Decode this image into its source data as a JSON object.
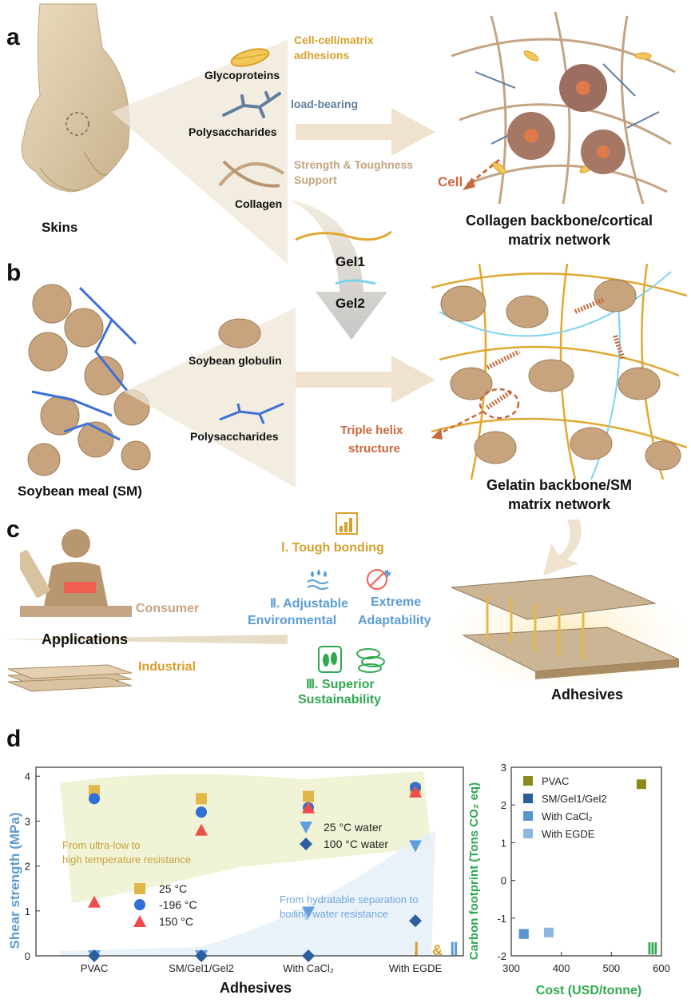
{
  "panels": {
    "a": "a",
    "b": "b",
    "c": "c",
    "d": "d"
  },
  "panel_a": {
    "skins": "Skins",
    "glycoproteins": "Glycoproteins",
    "adhesion_line1": "Cell-cell/matrix",
    "adhesion_line2": "adhesions",
    "polysaccharides": "Polysaccharides",
    "load_bearing": "load-bearing",
    "collagen": "Collagen",
    "strength_line1": "Strength & Toughness",
    "strength_line2": "Support",
    "cell": "Cell",
    "network_line1": "Collagen backbone/cortical",
    "network_line2": "matrix network"
  },
  "panel_b": {
    "gel1": "Gel1",
    "gel2": "Gel2",
    "soybean_meal": "Soybean meal (SM)",
    "soybean_globulin": "Soybean globulin",
    "polysaccharides": "Polysaccharides",
    "helix_line1": "Triple helix",
    "helix_line2": "structure",
    "network_line1": "Gelatin backbone/SM",
    "network_line2": "matrix network"
  },
  "panel_c": {
    "consumer": "Consumer",
    "applications": "Applications",
    "industrial": "Industrial",
    "tough_bonding": "Ⅰ. Tough bonding",
    "adjustable_line1": "Ⅱ. Adjustable",
    "adjustable_line2": "Environmental",
    "extreme_line1": "Extreme",
    "extreme_line2": "Adaptability",
    "superior_line1": "Ⅲ. Superior",
    "superior_line2": "Sustainability",
    "adhesives": "Adhesives"
  },
  "colors": {
    "gold": "#d6a12c",
    "blue_label": "#5b9bd5",
    "green_label": "#2fa84f",
    "tan": "#c4a482",
    "orange": "#c9683a",
    "steel": "#5f7f9c"
  },
  "chart_data": [
    {
      "type": "scatter",
      "xlabel": "Adhesives",
      "ylabel": "Shear strength (MPa)",
      "categories": [
        "PVAC",
        "SM/Gel1/Gel2",
        "With CaCl₂",
        "With EGDE"
      ],
      "ylim": [
        0,
        4.2
      ],
      "yticks": [
        "0",
        "1",
        "2",
        "3",
        "4"
      ],
      "series": [
        {
          "name": "25 °C",
          "color": "#e0b84a",
          "marker": "square",
          "values": [
            3.68,
            3.5,
            3.55,
            3.72
          ]
        },
        {
          "name": "-196 °C",
          "color": "#2f6fd6",
          "marker": "circle",
          "values": [
            3.5,
            3.2,
            3.3,
            3.75
          ]
        },
        {
          "name": "150 °C",
          "color": "#f04c4c",
          "marker": "triangle-up",
          "values": [
            1.2,
            2.8,
            3.3,
            3.65
          ]
        },
        {
          "name": "25 °C water",
          "color": "#5f9fe0",
          "marker": "triangle-down",
          "values": [
            0,
            0,
            0.97,
            2.45
          ]
        },
        {
          "name": "100 °C water",
          "color": "#2d5f9e",
          "marker": "diamond",
          "values": [
            0,
            0,
            0,
            0.78
          ]
        }
      ],
      "annotations": [
        "From ultra-low to",
        "high temperature resistance",
        "From hydratable separation to",
        "boiling water resistance"
      ],
      "roman_left": "Ⅰ",
      "amp": "&",
      "roman_right": "Ⅱ"
    },
    {
      "type": "scatter",
      "xlabel": "Cost (USD/tonne)",
      "ylabel": "Carbon footprint (Tons CO₂ eq)",
      "xlim": [
        300,
        600
      ],
      "ylim": [
        -2,
        3
      ],
      "xticks": [
        "300",
        "400",
        "500",
        "600"
      ],
      "yticks": [
        "-2",
        "-1",
        "0",
        "1",
        "2",
        "3"
      ],
      "series": [
        {
          "name": "PVAC",
          "color": "#8a8a18",
          "x": 560,
          "y": 2.55
        },
        {
          "name": "SM/Gel1/Gel2",
          "color": "#2b5d98",
          "x": 325,
          "y": -1.42
        },
        {
          "name": "With CaCl₂",
          "color": "#5b93cf",
          "x": 325,
          "y": -1.42
        },
        {
          "name": "With EGDE",
          "color": "#8db7e3",
          "x": 375,
          "y": -1.38
        }
      ],
      "roman": "Ⅲ"
    }
  ]
}
